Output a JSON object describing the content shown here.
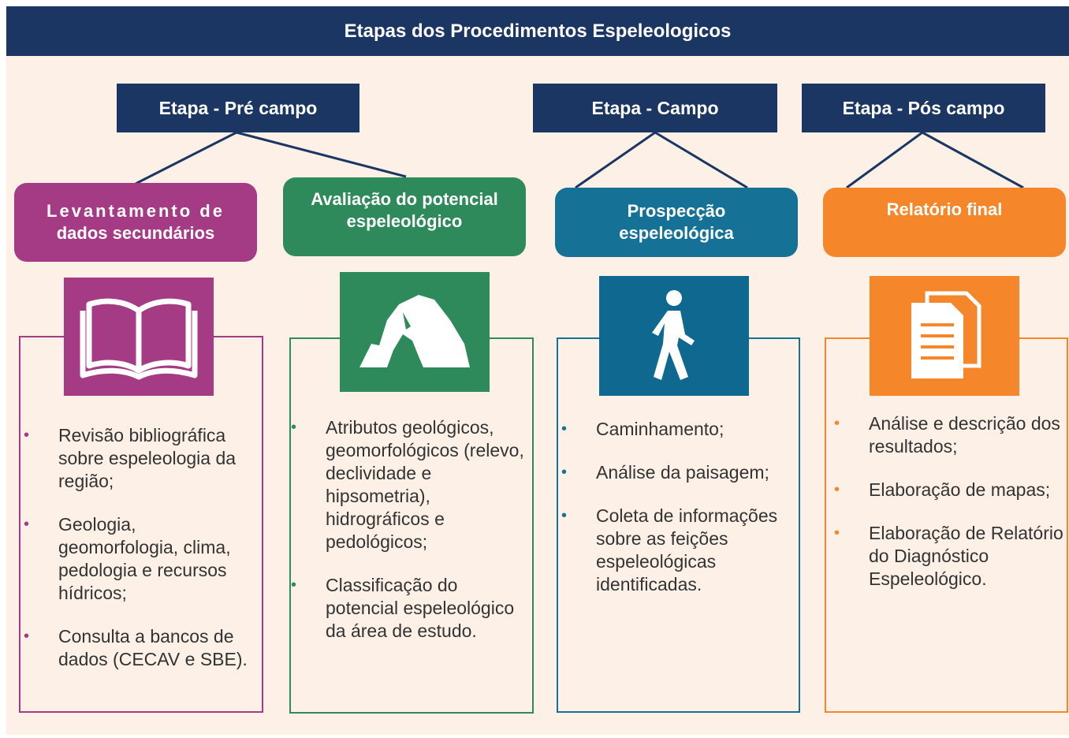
{
  "title": "Etapas dos Procedimentos Espeleologicos",
  "stages": [
    {
      "label": "Etapa - Pré campo"
    },
    {
      "label": "Etapa - Campo"
    },
    {
      "label": "Etapa - Pós campo"
    }
  ],
  "steps": [
    {
      "title_line1": "Levantamento de",
      "title_line2": "dados secundários",
      "color": "#a53a85",
      "icon": "book-icon",
      "items": [
        "Revisão bibliográfica sobre espeleologia da região;",
        "Geologia, geomorfologia, clima, pedologia e recursos hídricos;",
        "Consulta a bancos de dados (CECAV e SBE)."
      ]
    },
    {
      "title_line1": "Avaliação do potencial",
      "title_line2": "espeleológico",
      "color": "#2e8a5a",
      "icon": "cave-rock-icon",
      "items": [
        "Atributos geológicos, geomorfológicos (relevo, declividade e hipsometria), hidrográficos e pedológicos;",
        "Classificação do potencial espeleológico da área de estudo."
      ]
    },
    {
      "title_line1": "Prospecção",
      "title_line2": "espeleológica",
      "color": "#167196",
      "icon": "walking-person-icon",
      "items": [
        "Caminhamento;",
        "Análise da paisagem;",
        "Coleta de informações  sobre as feições espeleológicas identificadas."
      ]
    },
    {
      "title_line1": "Relatório final",
      "title_line2": "",
      "color": "#f5862a",
      "icon": "document-icon",
      "items": [
        "Análise e descrição dos resultados;",
        "Elaboração de mapas;",
        "Elaboração de Relatório do Diagnóstico Espeleológico."
      ]
    }
  ]
}
